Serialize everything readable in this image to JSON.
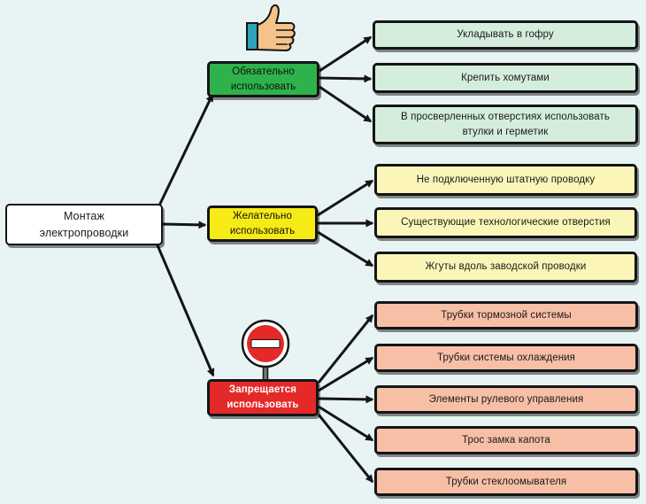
{
  "colors": {
    "background": "#e8f3f3",
    "must": "#2db24c",
    "must_light": "#d4eddd",
    "want": "#f6ea17",
    "want_light": "#fbf6b8",
    "forbid": "#e32a28",
    "forbid_light": "#f8bfa7"
  },
  "root": {
    "label": "Монтаж\nэлектропроводки"
  },
  "categories": [
    {
      "label": "Обязательно\nиспользовать",
      "icon": "thumbs-up-icon",
      "items": [
        "Укладывать в гофру",
        "Крепить хомутами",
        "В просверленных отверстиях использовать\nвтулки и герметик"
      ]
    },
    {
      "label": "Желательно\nиспользовать",
      "items": [
        "Не подключенную штатную проводку",
        "Существующие технологические отверстия",
        "Жгуты вдоль заводской проводки"
      ]
    },
    {
      "label": "Запрещается\nиспользовать",
      "icon": "no-entry-sign-icon",
      "items": [
        "Трубки тормозной системы",
        "Трубки системы охлаждения",
        "Элементы рулевого управления",
        "Трос замка капота",
        "Трубки стеклоомывателя"
      ]
    }
  ]
}
